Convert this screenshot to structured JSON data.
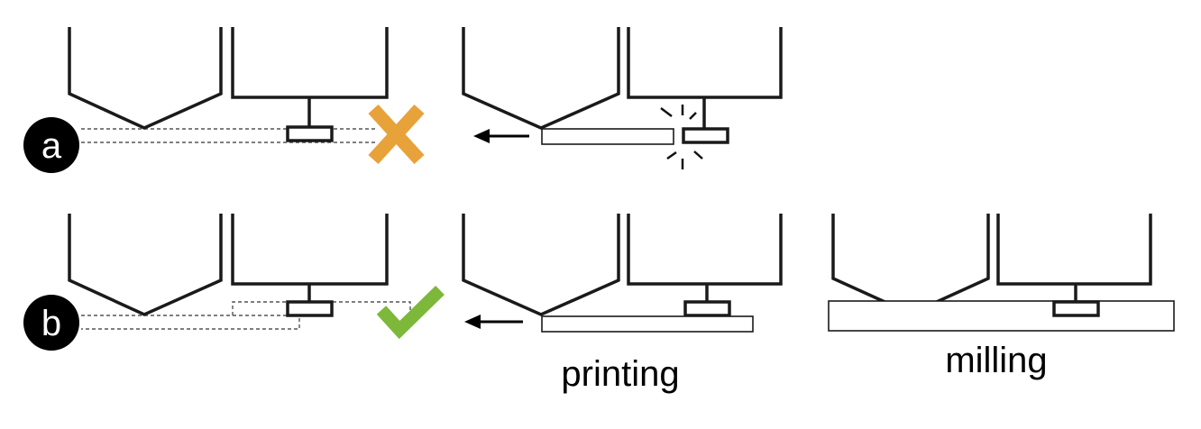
{
  "rows": [
    {
      "label": "a",
      "status": "fail",
      "status_icon": "cross-icon",
      "status_color": "#E8A23A"
    },
    {
      "label": "b",
      "status": "success",
      "status_icon": "check-icon",
      "status_color": "#7DB83A"
    }
  ],
  "captions": {
    "printing": "printing",
    "milling": "milling"
  }
}
